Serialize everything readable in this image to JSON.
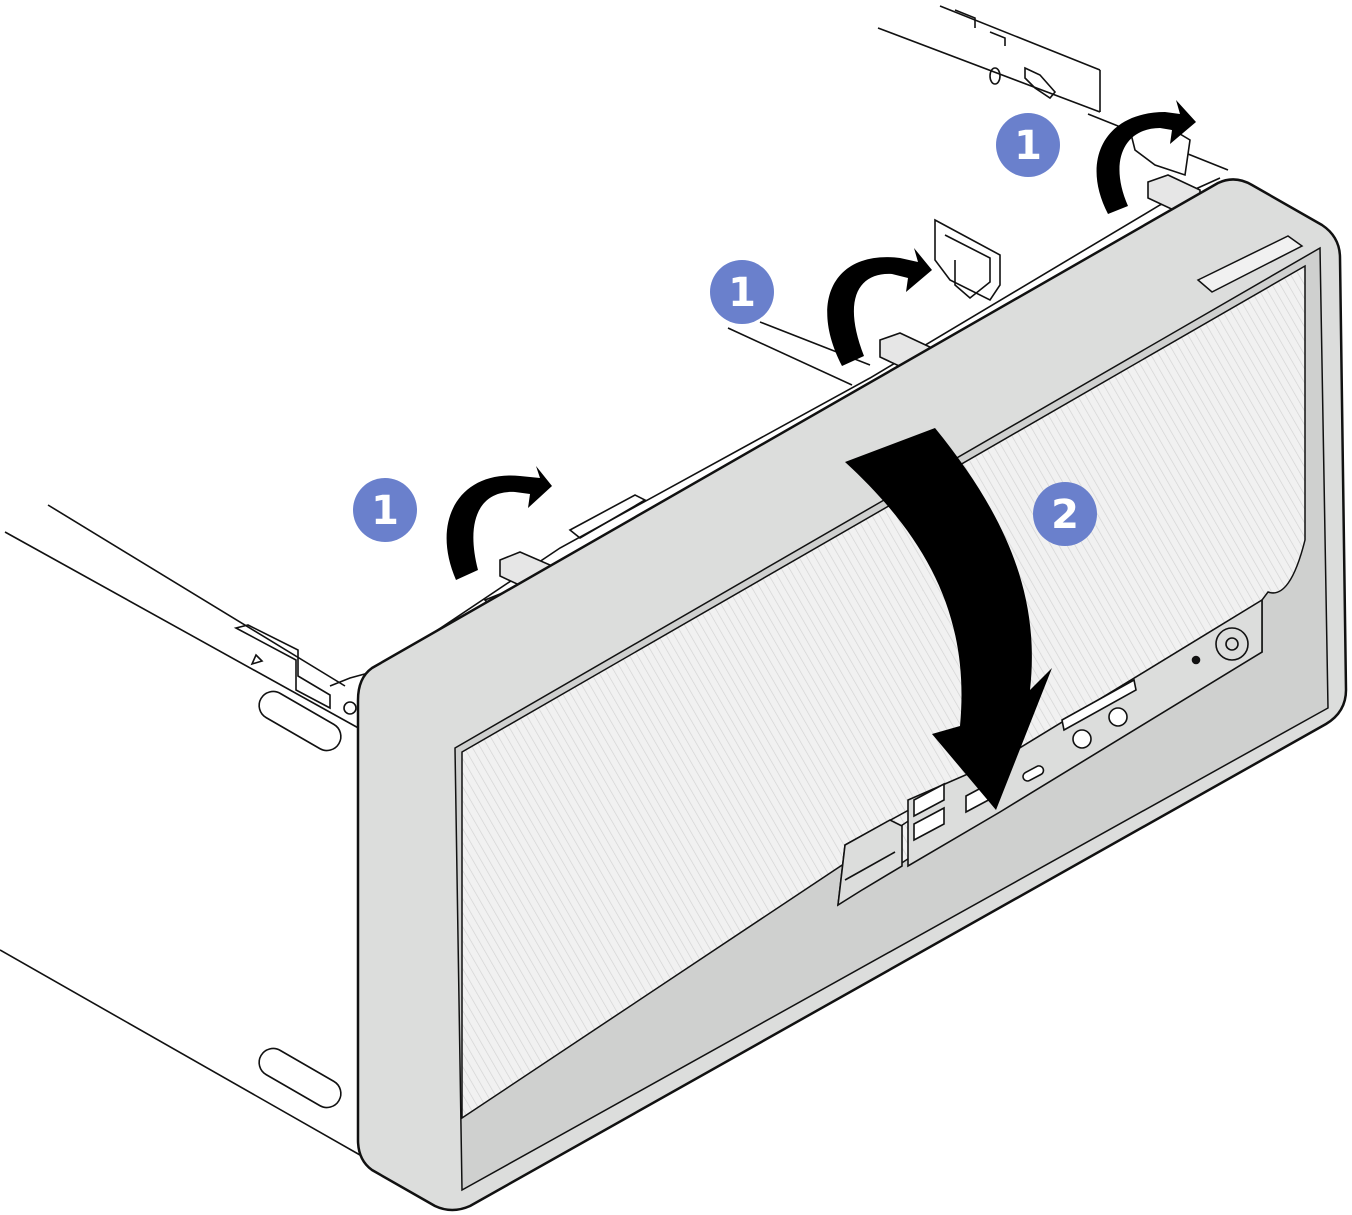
{
  "figure": {
    "colors": {
      "bezel": "#dcdddc",
      "bezel_outline": "#111111",
      "mesh": "#f1f1f1",
      "hatch": "#cfcfcf",
      "callout": "#6a80cc",
      "callout_text": "#ffffff",
      "arrow": "#000000",
      "chassis_line": "#111111"
    },
    "callouts": [
      {
        "id": "step-1-left",
        "number": "1",
        "icon": "numbered-callout"
      },
      {
        "id": "step-1-middle",
        "number": "1",
        "icon": "numbered-callout"
      },
      {
        "id": "step-1-right",
        "number": "1",
        "icon": "numbered-callout"
      },
      {
        "id": "step-2",
        "number": "2",
        "icon": "numbered-callout"
      }
    ],
    "arrows": [
      {
        "id": "tab-rotate-left",
        "icon": "curved-rotate-arrow"
      },
      {
        "id": "tab-rotate-middle",
        "icon": "curved-rotate-arrow"
      },
      {
        "id": "tab-rotate-right",
        "icon": "curved-rotate-arrow"
      },
      {
        "id": "bezel-pivot-down",
        "icon": "large-curved-down-arrow"
      }
    ]
  }
}
